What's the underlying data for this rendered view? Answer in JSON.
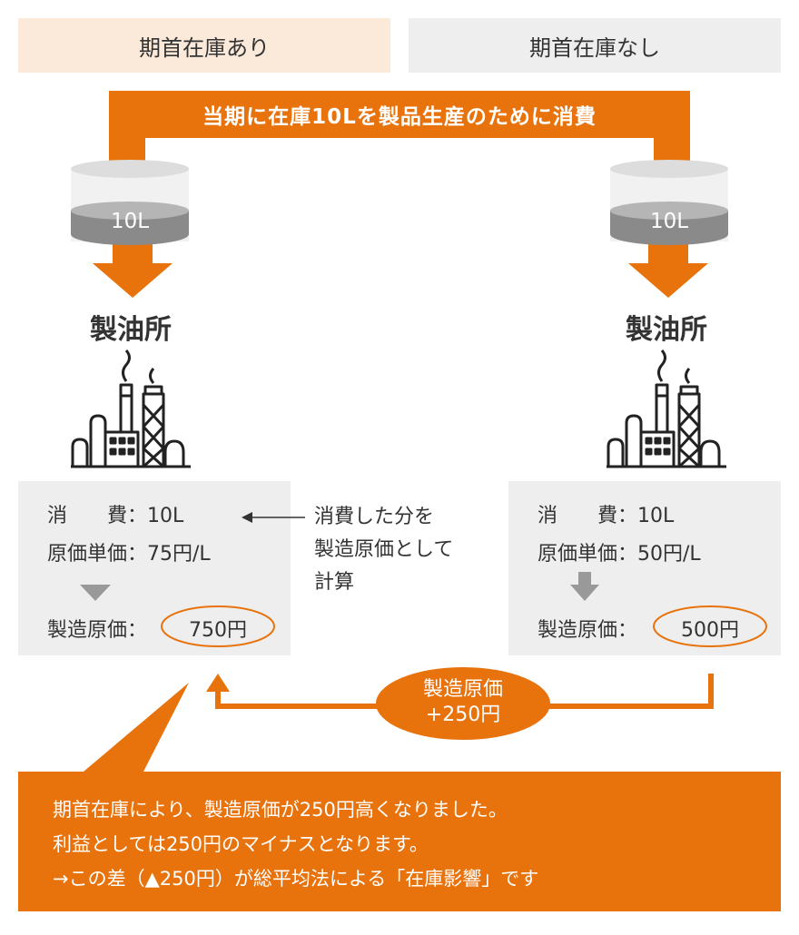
{
  "headers": {
    "left": "期首在庫あり",
    "right": "期首在庫なし"
  },
  "banner": "当期に在庫10Lを製品生産のために消費",
  "tank_label": "10L",
  "refinery_label": "製油所",
  "left_calc": {
    "line1": "消　　費：10L",
    "line2": "原価単価：75円/L",
    "line3_prefix": "製造原価：",
    "result": "750円"
  },
  "right_calc": {
    "line1": "消　　費：10L",
    "line2": "原価単価：50円/L",
    "line3_prefix": "製造原価：",
    "result": "500円"
  },
  "note": [
    "消費した分を",
    "製造原価として",
    "計算"
  ],
  "difference": [
    "製造原価",
    "+250円"
  ],
  "summary": [
    "期首在庫により、製造原価が250円高くなりました。",
    "利益としては250円のマイナスとなります。",
    "→この差（▲250円）が総平均法による「在庫影響」です"
  ],
  "colors": {
    "accent": "#e8720c",
    "left_header_bg": "#fbe9da",
    "right_header_bg": "#eeeeee",
    "calc_bg": "#eeeeee"
  },
  "icons": [
    "tank-icon",
    "down-arrow-icon",
    "refinery-icon",
    "left-arrow-icon",
    "up-arrow-icon"
  ]
}
